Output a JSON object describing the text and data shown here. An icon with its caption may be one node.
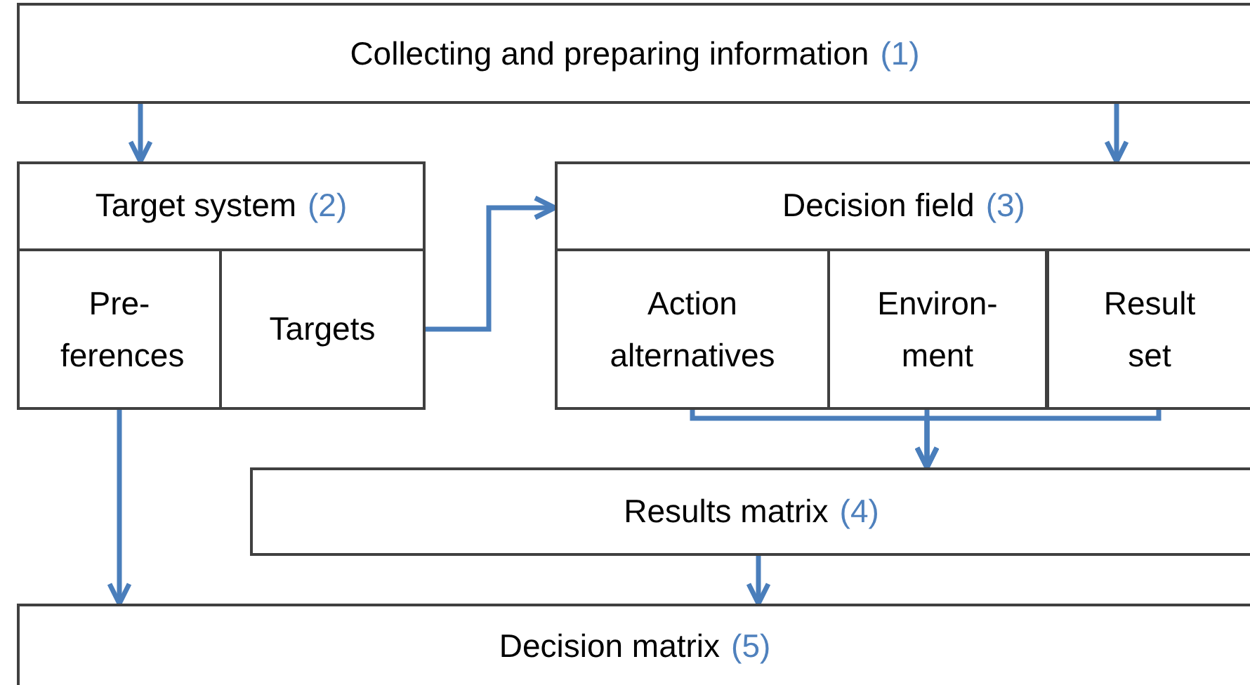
{
  "diagram": {
    "nodes": [
      {
        "text": [
          "Collecting and preparing information",
          "(1)"
        ]
      },
      {
        "text": [
          "Target system",
          "(2)"
        ]
      },
      {
        "text": [
          "Pre- ferences"
        ],
        "in": 1
      },
      {
        "text": [
          "Targets"
        ],
        "in": 1
      },
      {
        "text": [
          "Decision field",
          "(3)"
        ]
      },
      {
        "text": [
          "Action alternatives"
        ],
        "in": 4
      },
      {
        "text": [
          "Environ- ment"
        ],
        "in": 4
      },
      {
        "text": [
          "Result set"
        ],
        "in": 4
      },
      {
        "text": [
          "Results matrix",
          "(4)"
        ]
      },
      {
        "text": [
          "Decision matrix",
          "(5)"
        ]
      }
    ],
    "edges": [
      {
        "from": 0,
        "to": 1,
        "arrow": "to"
      },
      {
        "from": 0,
        "to": 4,
        "arrow": "to"
      },
      {
        "from": 3,
        "to": 4,
        "arrow": "to"
      },
      {
        "from": 5,
        "to": 8,
        "arrow": "to"
      },
      {
        "from": 6,
        "to": 8,
        "arrow": "to"
      },
      {
        "from": 7,
        "to": 8,
        "arrow": "to"
      },
      {
        "from": 2,
        "to": 9,
        "arrow": "to"
      },
      {
        "from": 8,
        "to": 9,
        "arrow": "to"
      }
    ]
  }
}
